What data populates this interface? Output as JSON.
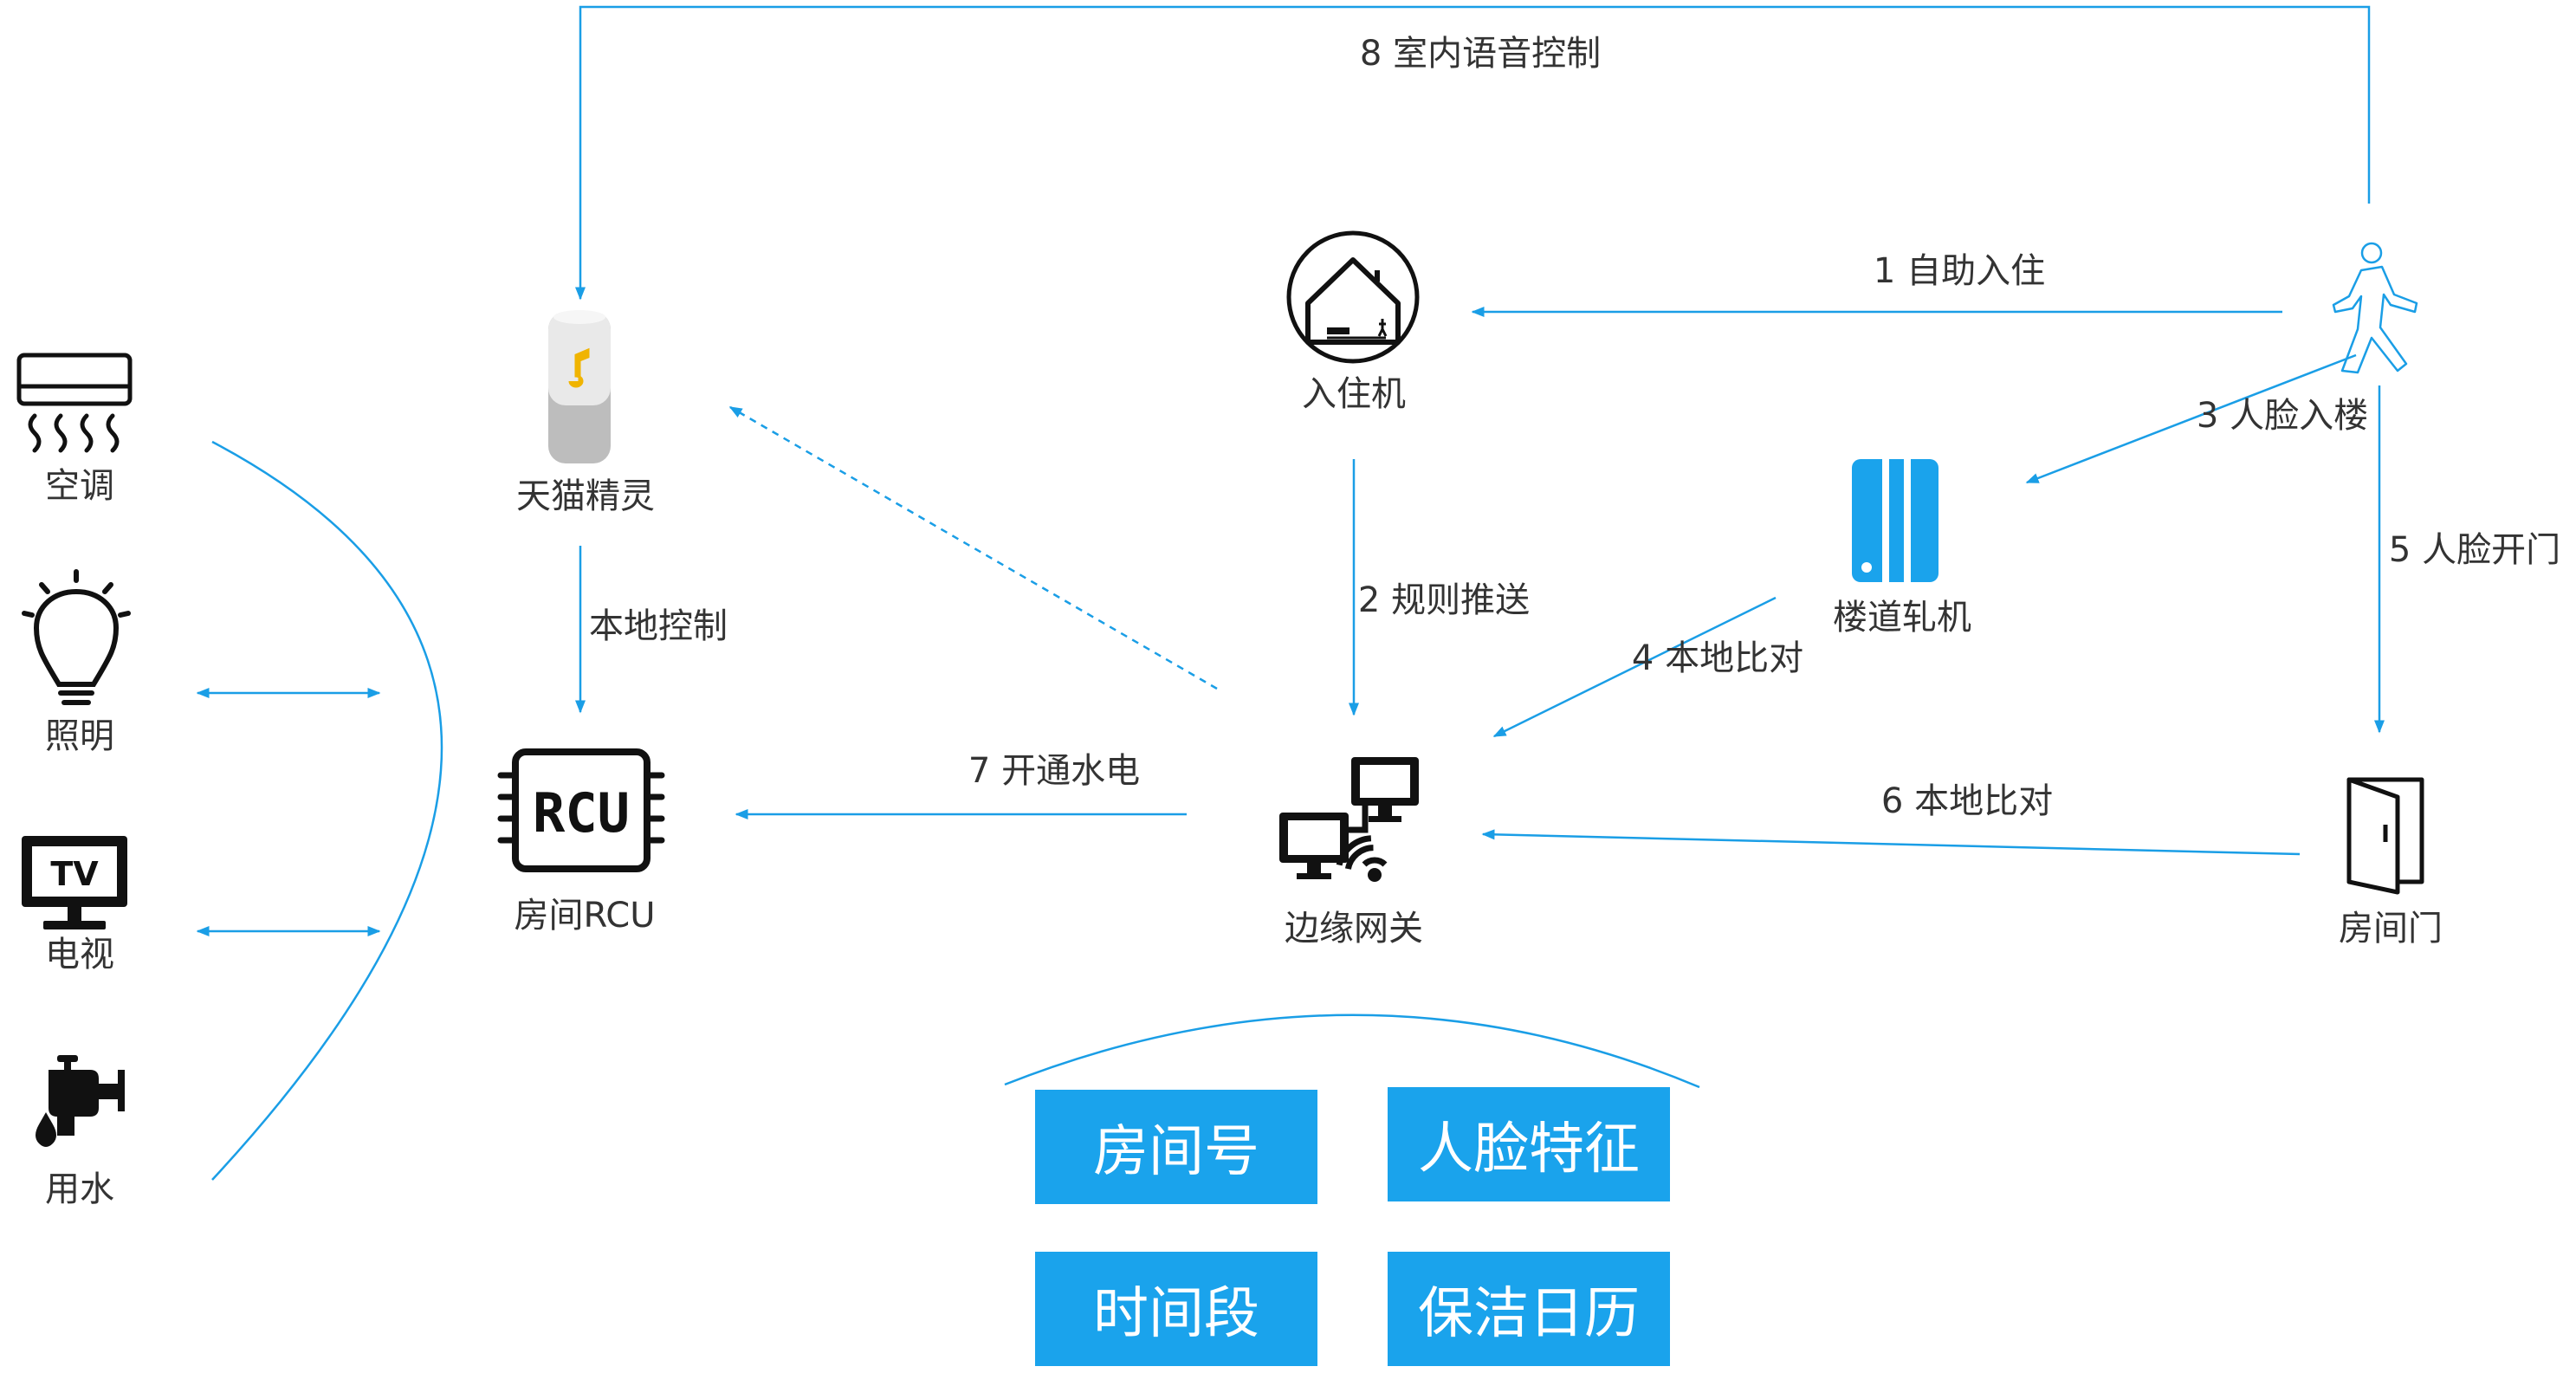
{
  "colors": {
    "line": "#1a9ee6",
    "accent": "#1aa3ec",
    "icon": "#111111",
    "text": "#333333"
  },
  "devices": {
    "ac": {
      "label": "空调",
      "icon": "air-conditioner-icon"
    },
    "lighting": {
      "label": "照明",
      "icon": "light-bulb-icon"
    },
    "tv": {
      "label": "电视",
      "icon": "tv-icon",
      "screen_text": "TV"
    },
    "water": {
      "label": "用水",
      "icon": "water-tap-icon"
    }
  },
  "nodes": {
    "speaker": {
      "label": "天猫精灵",
      "icon": "smart-speaker-icon"
    },
    "rcu": {
      "label": "房间RCU",
      "icon": "rcu-chip-icon",
      "chip_text": "RCU"
    },
    "kiosk": {
      "label": "入住机",
      "icon": "check-in-kiosk-icon"
    },
    "gate": {
      "label": "楼道轧机",
      "icon": "turnstile-gate-icon"
    },
    "gateway": {
      "label": "边缘网关",
      "icon": "edge-gateway-icon"
    },
    "door": {
      "label": "房间门",
      "icon": "room-door-icon"
    },
    "person": {
      "icon": "walking-person-icon"
    }
  },
  "steps": {
    "s1": "1 自助入住",
    "s2": "2 规则推送",
    "s3": "3 人脸入楼",
    "s4": "4 本地比对",
    "s5": "5 人脸开门",
    "s6": "6 本地比对",
    "s7": "7 开通水电",
    "s8": "8 室内语音控制",
    "local_control": "本地控制"
  },
  "data_boxes": [
    "房间号",
    "人脸特征",
    "时间段",
    "保洁日历"
  ]
}
